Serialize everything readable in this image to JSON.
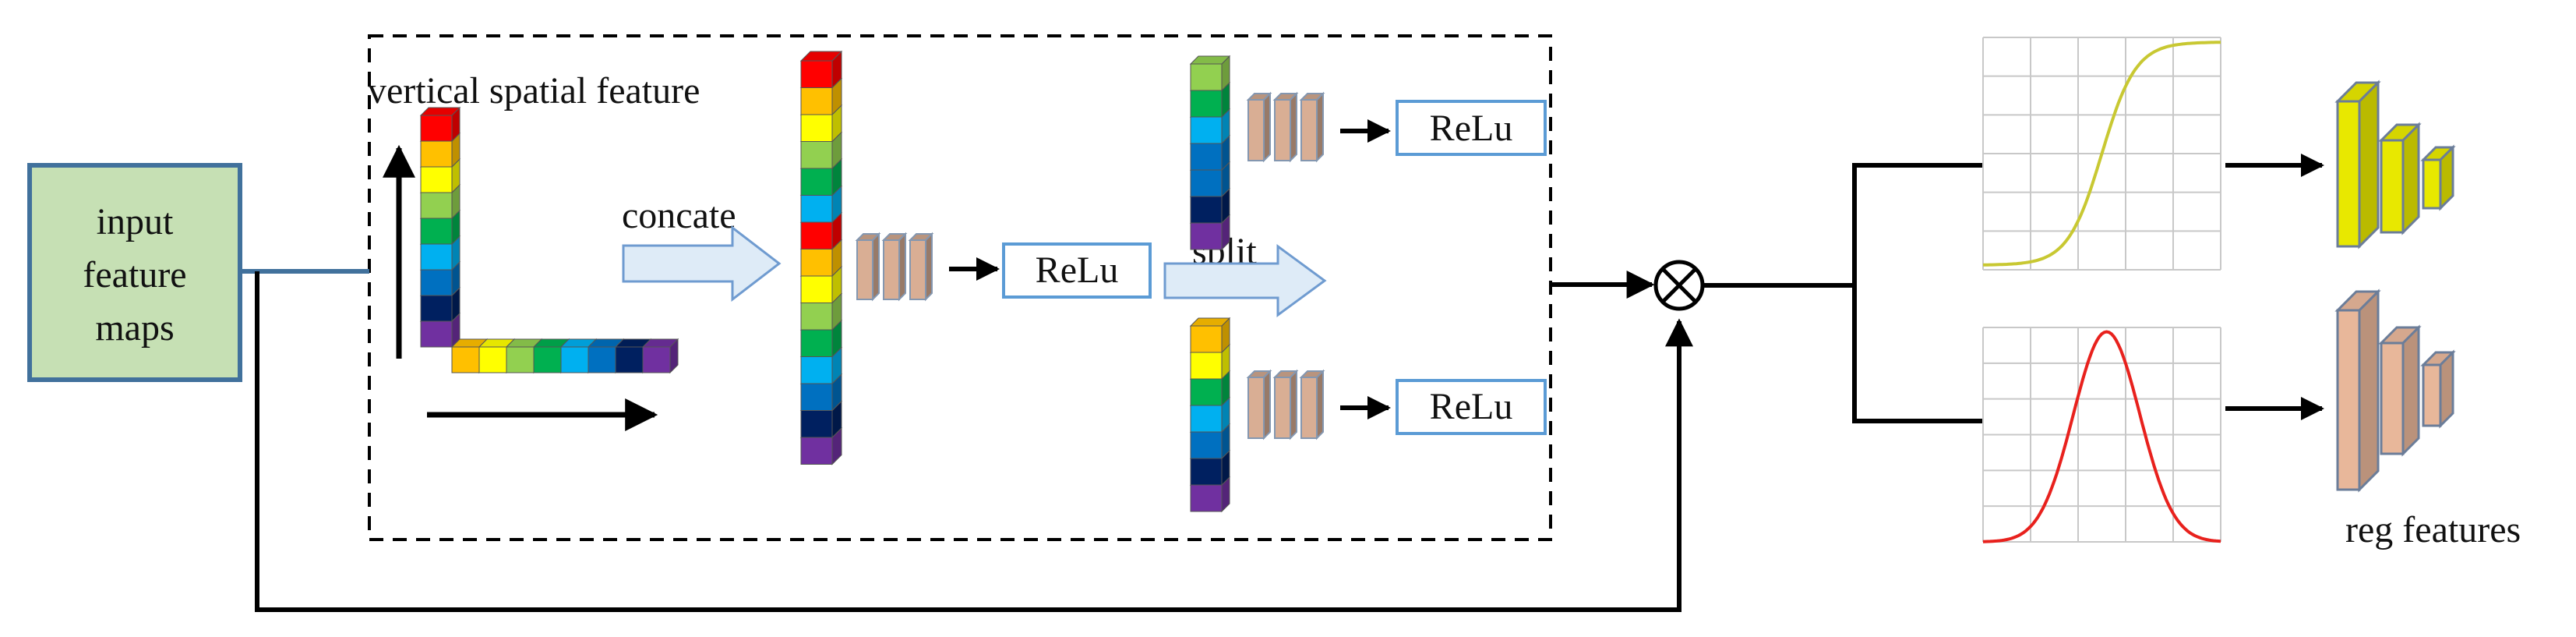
{
  "labels": {
    "input_maps": [
      "input",
      "feature",
      "maps"
    ],
    "vertical_spatial_feature": "vertical spatial feature",
    "concate": "concate",
    "split": "split",
    "relu_main": "ReLu",
    "relu_top": "ReLu",
    "relu_bottom": "ReLu",
    "reg_features": "reg features"
  },
  "symbols": {
    "multiply": "⊗"
  },
  "colors": {
    "input_box_fill": "#c6e0b4",
    "input_box_stroke": "#41719c",
    "relu_box_stroke": "#5b9bd5",
    "arrow_fill": "#deebf7",
    "arrow_stroke": "#6f9bd0",
    "conv_fill": "#d9ae94",
    "conv_stroke": "#8497b0",
    "sigmoid_curve": "#c8c832",
    "gaussian_curve": "#e8211d",
    "cls_feature_fill": "#e8e800",
    "reg_feature_fill": "#e8b79a"
  },
  "cube_palette": [
    "#ff0000",
    "#ffc000",
    "#ffff00",
    "#92d050",
    "#00b050",
    "#00b0f0",
    "#0070c0",
    "#002060",
    "#7030a0"
  ],
  "icons": [
    "sigmoid-plot-icon",
    "gaussian-plot-icon",
    "multiply-icon"
  ]
}
